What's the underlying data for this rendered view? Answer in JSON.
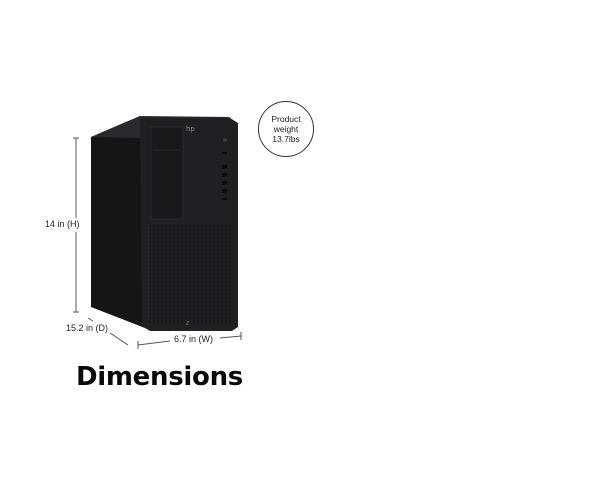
{
  "product": {
    "image_alt": "HP Z2 tower workstation",
    "colors": {
      "body": "#1c1c1e",
      "front": "#232325",
      "side": "#151516",
      "background": "#ffffff",
      "dimension_line": "#555555"
    }
  },
  "dimensions": {
    "height_label": "14 in (H)",
    "depth_label": "15.2 in (D)",
    "width_label": "6.7 in (W)"
  },
  "weight": {
    "line1": "Product",
    "line2": "weight",
    "line3": "13.7lbs"
  },
  "heading": "Dimensions"
}
